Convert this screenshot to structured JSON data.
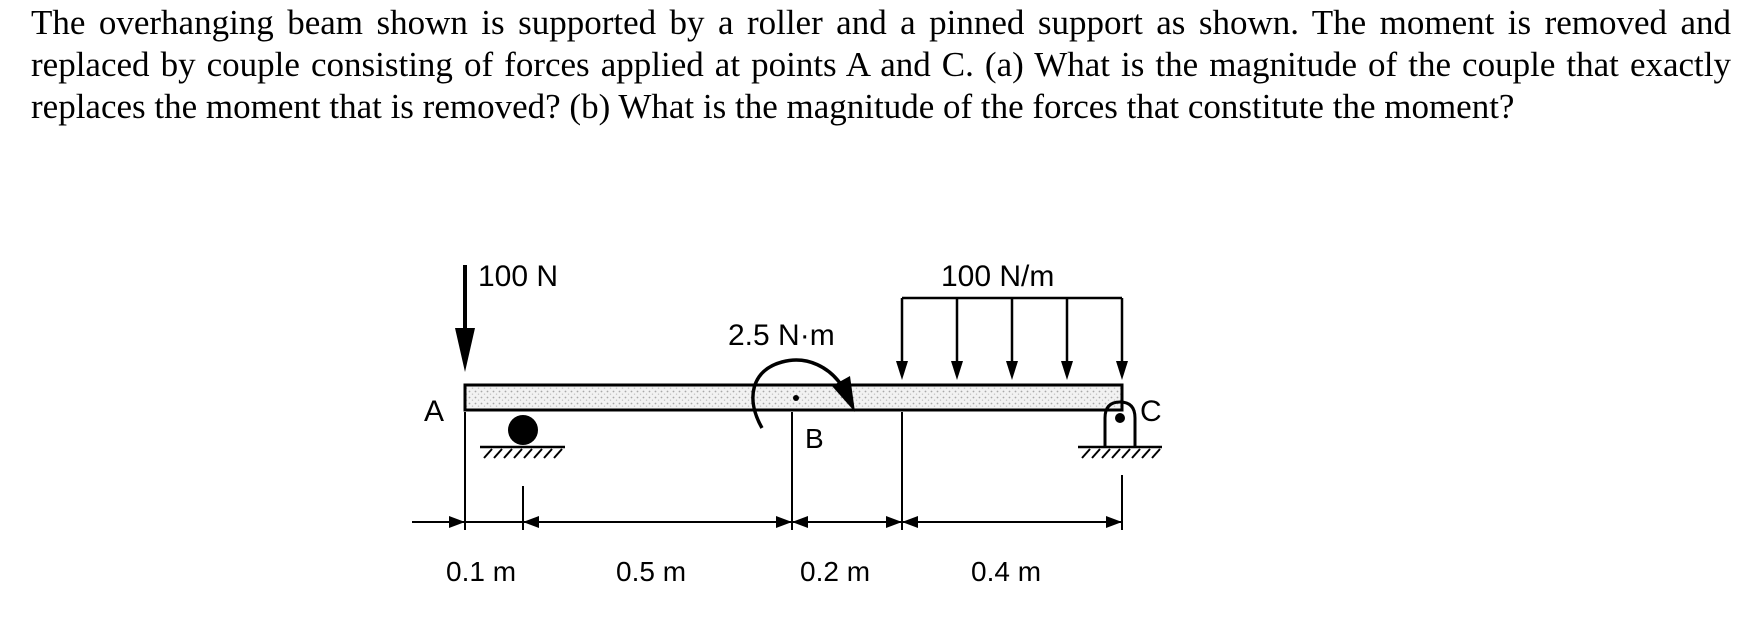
{
  "question": "The overhanging beam shown is supported by a roller and a pinned support as shown. The moment is removed and replaced by couple consisting of forces applied at points A and C. (a) What is the magnitude of the couple that exactly replaces the moment that is removed? (b) What is the magnitude of the forces that constitute the moment?",
  "figure": {
    "point_load": "100 N",
    "distributed_load": "100 N/m",
    "moment": "2.5 N·m",
    "point_a": "A",
    "point_b": "B",
    "point_c": "C",
    "dimensions": [
      "0.1 m",
      "0.5 m",
      "0.2 m",
      "0.4 m"
    ]
  }
}
